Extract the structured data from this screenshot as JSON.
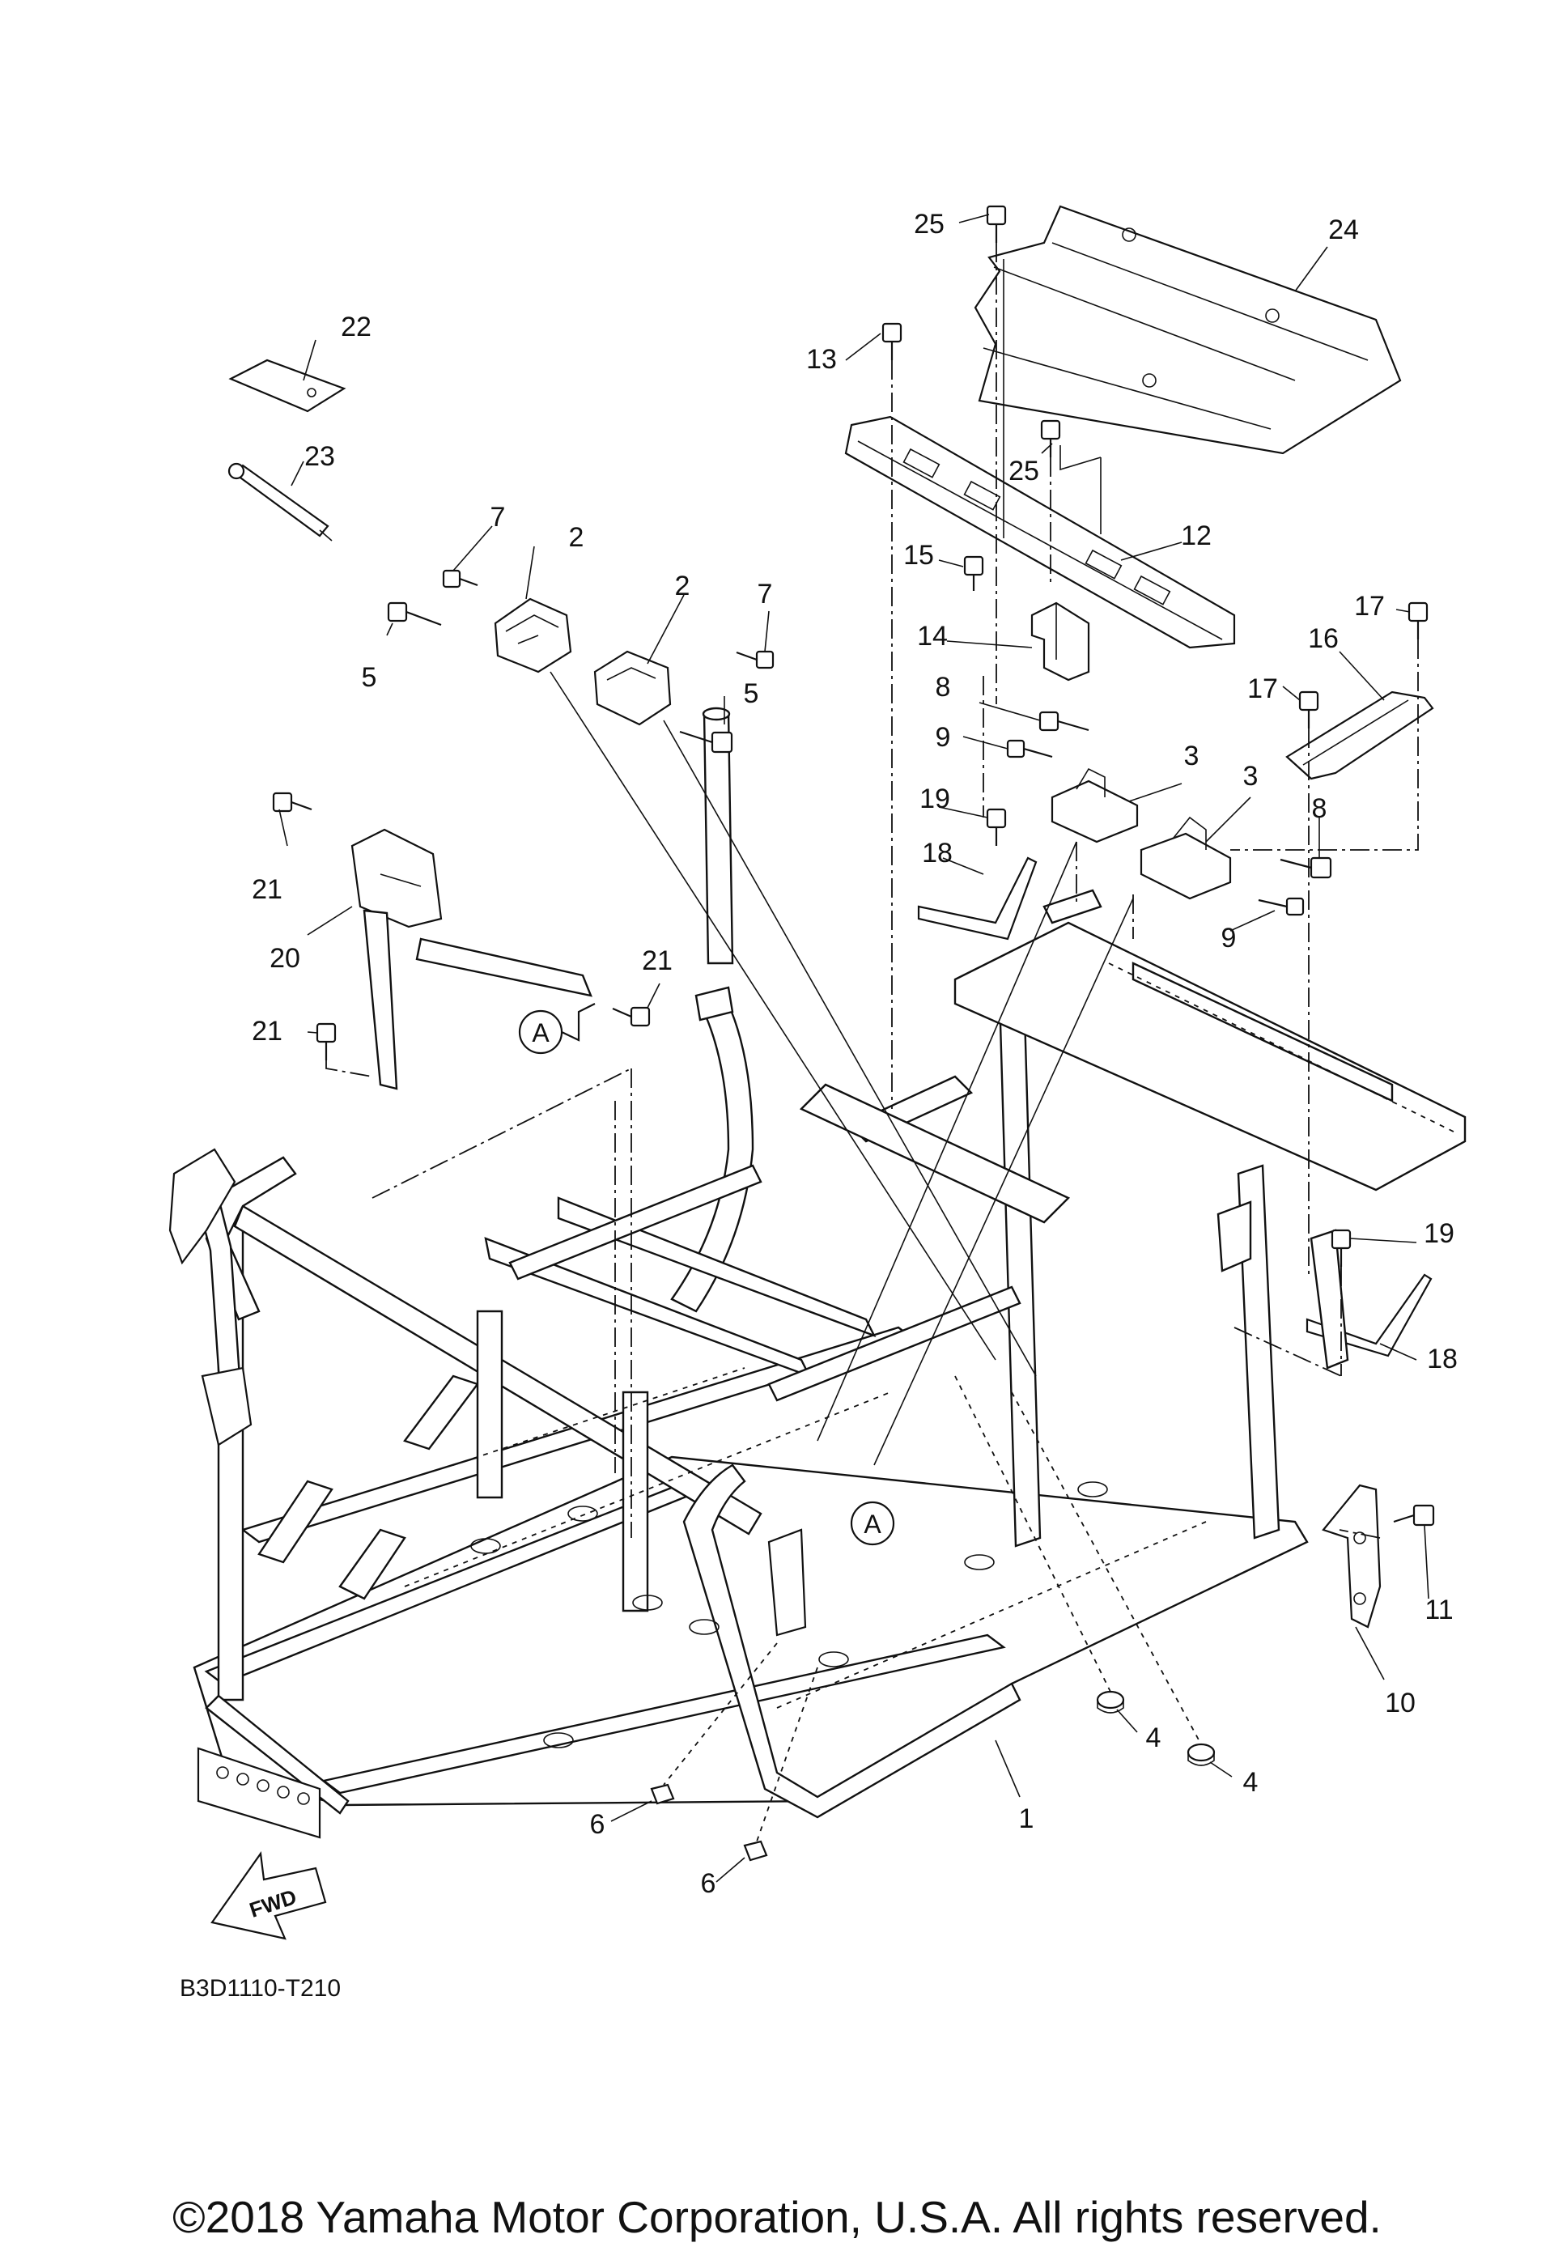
{
  "diagram_code": "B3D1110-T210",
  "copyright": "©2018 Yamaha Motor Corporation, U.S.A. All rights reserved.",
  "fwd_label": "FWD",
  "ref_mark": "A",
  "callouts": {
    "c1": "1",
    "c2": "2",
    "c3": "3",
    "c4": "4",
    "c5": "5",
    "c6": "6",
    "c7": "7",
    "c8": "8",
    "c9": "9",
    "c10": "10",
    "c11": "11",
    "c12": "12",
    "c13": "13",
    "c14": "14",
    "c15": "15",
    "c16": "16",
    "c17": "17",
    "c18": "18",
    "c19": "19",
    "c20": "20",
    "c21": "21",
    "c22": "22",
    "c23": "23",
    "c24": "24",
    "c25": "25"
  }
}
